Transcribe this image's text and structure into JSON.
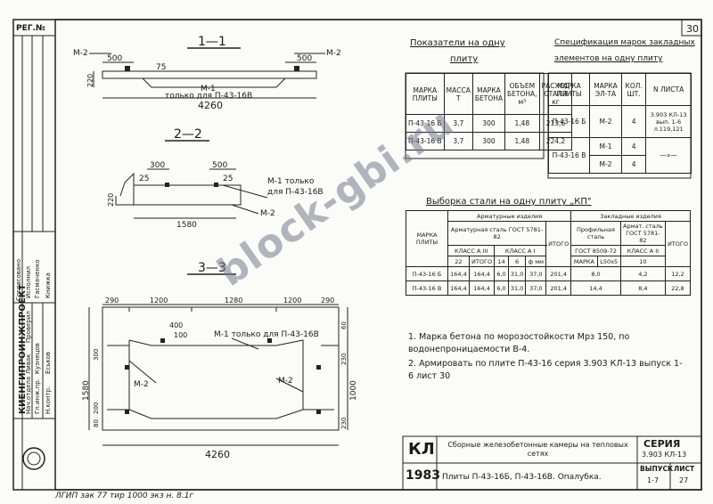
{
  "sheet_number": "30",
  "reg_label": "РЕГ.№",
  "sections": {
    "s1": "1—1",
    "s2": "2—2",
    "s3": "3—3"
  },
  "section1": {
    "m2_left": "М-2",
    "m2_right": "М-2",
    "dim_500_left": "500",
    "dim_500_right": "500",
    "dim_75": "75",
    "dim_220": "220",
    "m1": "М-1",
    "note": "только для П-43-16В",
    "length": "4260"
  },
  "section2": {
    "dim_300": "300",
    "dim_500": "500",
    "dim_25_left": "25",
    "dim_25_right": "25",
    "dim_220": "220",
    "dim_1580": "1580",
    "m1_note_1": "М-1  только",
    "m1_note_2": "для П-43-16В",
    "m2": "М-2"
  },
  "section3": {
    "dims_top": [
      "290",
      "1200",
      "1280",
      "1200",
      "290"
    ],
    "dim_400": "400",
    "dim_100": "100",
    "m1_note": "М-1 только для П-43-16В",
    "m2_left": "М-2",
    "m2_right": "М-2",
    "dim_1580": "1580",
    "dim_1000": "1000",
    "dim_300": "300",
    "left_dims": [
      "80",
      "200"
    ],
    "right_dims": [
      "60",
      "230",
      "230"
    ],
    "length": "4260"
  },
  "indicators": {
    "title_line1": "Показатели на одну",
    "title_line2": "плиту",
    "headers": [
      "МАРКА ПЛИТЫ",
      "МАССА Т",
      "МАРКА БЕТОНА",
      "ОБЪЕМ БЕТОНА, м³",
      "РАСХОД СТАЛИ кг"
    ],
    "rows": [
      [
        "П-43-16 Б",
        "3,7",
        "300",
        "1,48",
        "213,6"
      ],
      [
        "П-43-16 В",
        "3,7",
        "300",
        "1,48",
        "224,2"
      ]
    ]
  },
  "specification": {
    "title_line1": "Спецификация марок закладных",
    "title_line2": "элементов на одну плиту",
    "headers": [
      "МАРКА ПЛИТЫ",
      "МАРКА ЭЛ-ТА",
      "КОЛ. ШТ.",
      "N ЛИСТА"
    ],
    "rows": [
      [
        "П-43-16 Б",
        "М-2",
        "4",
        "3.903 КЛ-13 вып. 1-6 л.119,121"
      ],
      [
        "П-43-16 В",
        "М-1",
        "4",
        "—»—"
      ],
      [
        "",
        "М-2",
        "4",
        ""
      ]
    ]
  },
  "steel": {
    "title": "Выборка стали на одну плиту  „КП\"",
    "h_mark": "МАРКА ПЛИТЫ",
    "h_arm": "Арматурные изделия",
    "h_arm_steel": "Арматурная сталь ГОСТ 5781-82",
    "h_class3": "КЛАСС А III",
    "h_class1": "КЛАСС А I",
    "h_d": "ф мм",
    "h_d22": "22",
    "h_total": "ИТОГО",
    "h_d14": "14",
    "h_d6": "6",
    "h_itogo": "ИТОГО",
    "h_emb": "Закладные изделия",
    "h_profile": "Профильная сталь",
    "h_gost8509": "ГОСТ 8509-72",
    "h_marka": "МАРКА",
    "h_l50": "L50х5",
    "h_armat": "Армат. сталь ГОСТ 5781-82",
    "h_kl": "КЛАСС А II",
    "h_d10": "10",
    "h_grand": "ИТОГО",
    "rows": [
      [
        "П-43-16 Б",
        "164,4",
        "164,4",
        "6,0",
        "31,0",
        "37,0",
        "201,4",
        "8,0",
        "4,2",
        "12,2"
      ],
      [
        "П-43-16 В",
        "164,4",
        "164,4",
        "6,0",
        "31,0",
        "37,0",
        "201,4",
        "14,4",
        "8,4",
        "22,8"
      ]
    ]
  },
  "notes": [
    "1. Марка бетона по морозостойкости Мрз 150, по водонепроницаемости В-4.",
    "2. Армировать по плите П-43-16 серия 3.903 КЛ-13 выпуск 1-6 лист 30"
  ],
  "title_block": {
    "kl": "КЛ",
    "year": "1983",
    "desc": "Сборные железобетонные камеры на тепловых сетях",
    "series_label": "СЕРИЯ",
    "series_value": "3.903 КЛ-13",
    "drawing": "Плиты П-43-16Б, П-43-16В. Опалубка.",
    "issue_label": "ВЫПУСК",
    "issue_value": "1-7",
    "sheet_label": "ЛИСТ",
    "sheet_value": "27"
  },
  "left_strip": {
    "org": "КИЕНГИПРОИНЖПРОЕКТ",
    "agreed": "Согласовано",
    "roles": [
      "Нач.отдела",
      "Гл.инж.пр.",
      "Н.контр.",
      "Проверил",
      "Исполнил"
    ],
    "names": [
      "Ливак",
      "Кузнецов",
      "Еськов",
      "Гасмаченко",
      "Книжка"
    ]
  },
  "footer": "ЛГИП зак 77 тир 1000 экз н. 8.1г",
  "watermark": "block-gbi.ru"
}
